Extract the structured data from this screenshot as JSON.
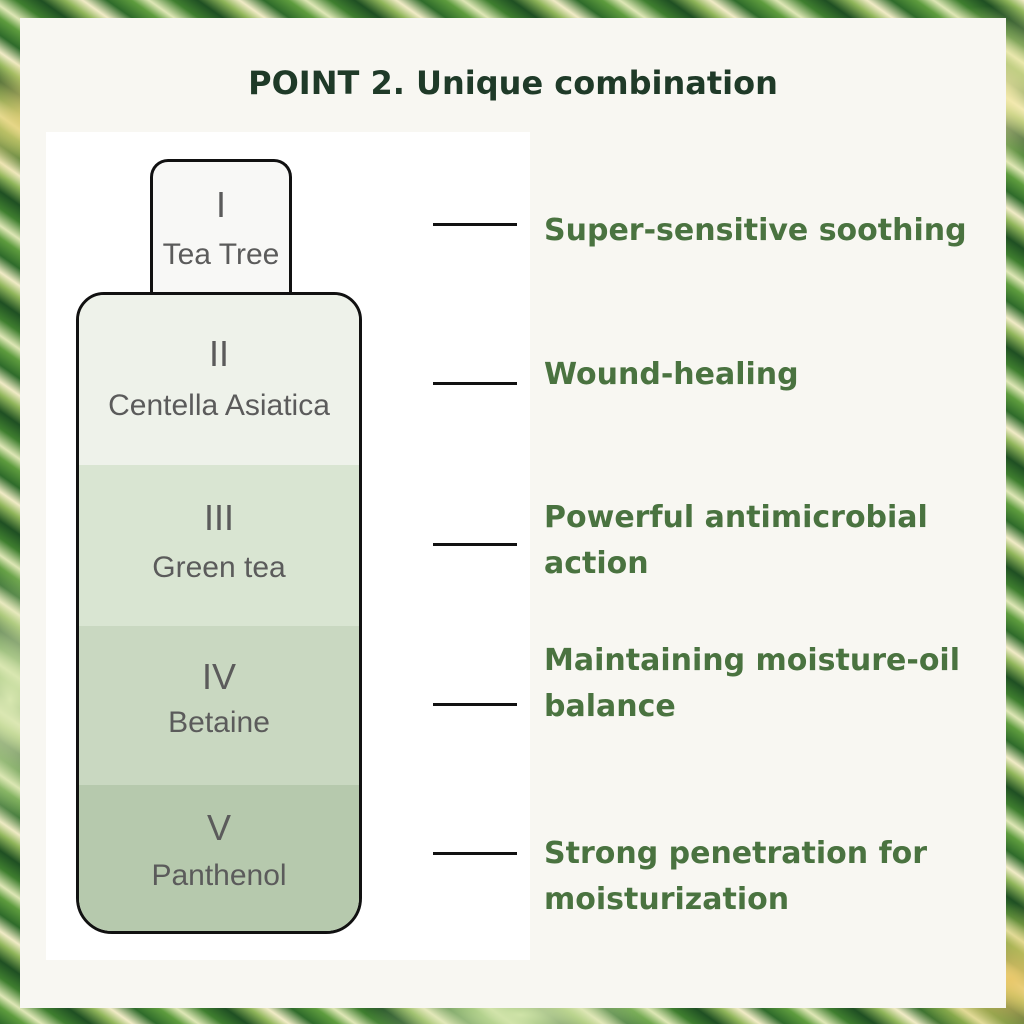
{
  "title": "POINT 2. Unique combination",
  "layers": [
    {
      "numeral": "I",
      "name": "Tea Tree",
      "benefit": "Super-sensitive soothing"
    },
    {
      "numeral": "II",
      "name": "Centella Asiatica",
      "benefit": " Wound-healing"
    },
    {
      "numeral": "III",
      "name": "Green tea",
      "benefit": "Powerful antimicrobial action"
    },
    {
      "numeral": "IV",
      "name": "Betaine",
      "benefit": "Maintaining moisture-oil balance"
    },
    {
      "numeral": "V",
      "name": "Panthenol",
      "benefit": " Strong penetration for moisturization"
    }
  ],
  "colors": {
    "title": "#1f3a28",
    "benefit_text": "#4a7340",
    "layer_1": "#f8f8f6",
    "layer_2": "#eef2ea",
    "layer_3": "#d9e5d2",
    "layer_4": "#c9d8c1",
    "layer_5": "#b6c9ad"
  }
}
